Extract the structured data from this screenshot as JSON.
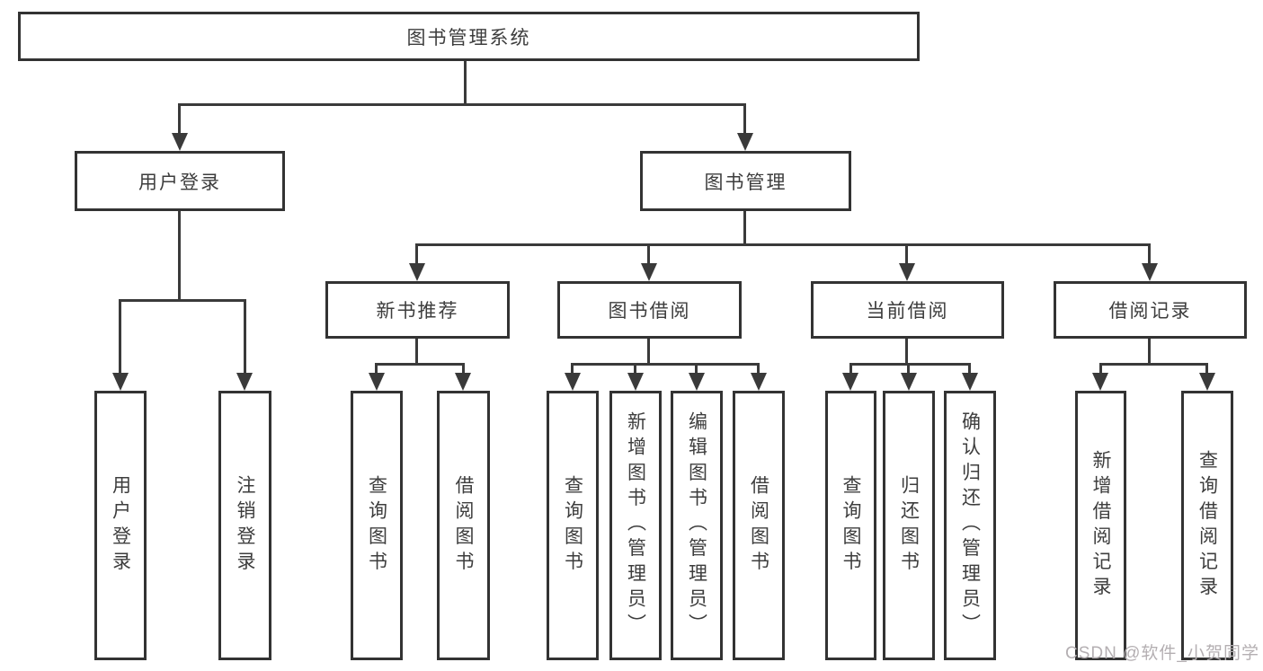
{
  "diagram": {
    "root": "图书管理系统",
    "level2": {
      "user_login": "用户登录",
      "book_management": "图书管理"
    },
    "level3": {
      "new_book_recommend": "新书推荐",
      "book_borrowing": "图书借阅",
      "current_borrowing": "当前借阅",
      "borrowing_records": "借阅记录"
    },
    "leaves": {
      "user_login": "用户登录",
      "logout": "注销登录",
      "nb_query_books": "查询图书",
      "nb_borrow_books": "借阅图书",
      "bb_query_books": "查询图书",
      "bb_add_books": "新增图书（管理员）",
      "bb_edit_books": "编辑图书（管理员）",
      "bb_borrow_books": "借阅图书",
      "cb_query_books": "查询图书",
      "cb_return_books": "归还图书",
      "cb_confirm_return": "确认归还（管理员）",
      "br_add_record": "新增借阅记录",
      "br_query_record": "查询借阅记录"
    },
    "colors": {
      "line": "#3a3a3a",
      "border": "#333333",
      "text": "#3d3d3d",
      "background": "#ffffff",
      "watermark": "#b4afb2"
    },
    "watermark": "CSDN @软件_小贺同学"
  }
}
